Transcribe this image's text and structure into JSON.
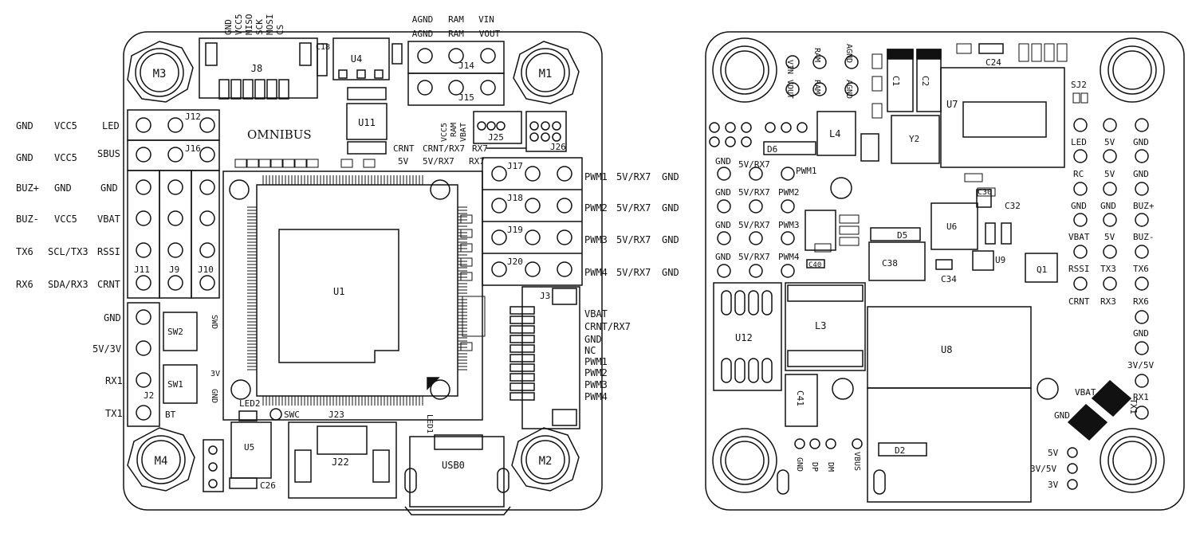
{
  "left_board": {
    "mounts": {
      "tl": "M3",
      "tr": "M1",
      "bl": "M4",
      "br": "M2"
    },
    "j8": {
      "label": "J8",
      "pins": [
        "GND",
        "VCC5",
        "MISO",
        "SCK",
        "MOSI",
        "CS"
      ]
    },
    "j14": {
      "label": "J14",
      "top_row": [
        "AGND",
        "RAM",
        "VIN"
      ],
      "bottom_row": [
        "AGND",
        "RAM",
        "VOUT"
      ]
    },
    "j15": {
      "label": "J15"
    },
    "u4": {
      "label": "U4"
    },
    "u11": {
      "label": "U11"
    },
    "c18": {
      "label": "C18"
    },
    "brand": "OMNIBUS",
    "j25": {
      "label": "J25",
      "pins": [
        "VCC5",
        "RAM",
        "VBAT"
      ]
    },
    "j26": {
      "label": "J26"
    },
    "crnt_row": [
      "CRNT",
      "CRNT/RX7",
      "RX7"
    ],
    "crnt_row2": [
      "5V",
      "5V/RX7",
      "RX7"
    ],
    "j12": {
      "label": "J12",
      "row": [
        "GND",
        "VCC5",
        "LED"
      ]
    },
    "j16": {
      "label": "J16",
      "row": [
        "GND",
        "VCC5",
        "SBUS"
      ]
    },
    "left_rows": [
      [
        "BUZ+",
        "GND",
        "GND"
      ],
      [
        "BUZ-",
        "VCC5",
        "VBAT"
      ],
      [
        "TX6",
        "SCL/TX3",
        "RSSI"
      ],
      [
        "RX6",
        "SDA/RX3",
        "CRNT"
      ]
    ],
    "j_cols": [
      "J11",
      "J9",
      "J10"
    ],
    "j2": {
      "label": "J2",
      "pins": [
        "GND",
        "5V/3V",
        "RX1",
        "TX1"
      ]
    },
    "sw": [
      "SW2",
      "SW1"
    ],
    "swd": "SWD",
    "v3": "3V",
    "gnd_small": "GND",
    "bt": "BT",
    "u1": "U1",
    "led2": "LED2",
    "swc": "SWC",
    "j23": "J23",
    "j22": "J22",
    "u5": "U5",
    "usb": "USB0",
    "c26": "C26",
    "led1": "LED1",
    "pwm_rows": [
      {
        "j": "J17",
        "text": [
          "PWM1",
          "5V/RX7",
          "GND"
        ]
      },
      {
        "j": "J18",
        "text": [
          "PWM2",
          "5V/RX7",
          "GND"
        ]
      },
      {
        "j": "J19",
        "text": [
          "PWM3",
          "5V/RX7",
          "GND"
        ]
      },
      {
        "j": "J20",
        "text": [
          "PWM4",
          "5V/RX7",
          "GND"
        ]
      }
    ],
    "j3": {
      "label": "J3",
      "pins": [
        "VBAT",
        "CRNT/RX7",
        "GND",
        "NC",
        "PWM1",
        "PWM2",
        "PWM3",
        "PWM4"
      ]
    }
  },
  "right_board": {
    "top_pads": {
      "top": [
        "VIN",
        "RAM",
        "AGND"
      ],
      "bottom": [
        "VOUT",
        "RAM",
        "AGND"
      ]
    },
    "c24": "C24",
    "c1": "C1",
    "c2": "C2",
    "u7": "U7",
    "sj2": "SJ2",
    "l4": "L4",
    "y2": "Y2",
    "d6": "D6",
    "pwm_block": [
      [
        "GND",
        "5V/RX7",
        "PWM1"
      ],
      [
        "GND",
        "5V/RX7",
        "PWM2"
      ],
      [
        "GND",
        "5V/RX7",
        "PWM3"
      ],
      [
        "GND",
        "5V/RX7",
        "PWM4"
      ]
    ],
    "u6": "U6",
    "u9": "U9",
    "c32": "C32",
    "c30": "C30",
    "d5": "D5",
    "c38": "C38",
    "c34": "C34",
    "q1": "Q1",
    "c40": "C40",
    "u12": "U12",
    "l3": "L3",
    "u8": "U8",
    "c41": "C41",
    "d2": "D2",
    "bottom_pads": [
      "GND",
      "DP",
      "DM",
      "VBUS"
    ],
    "right_cols": [
      [
        "LED",
        "RC",
        "GND",
        "VBAT",
        "RSSI",
        "CRNT"
      ],
      [
        "5V",
        "5V",
        "GND",
        "5V",
        "TX3",
        "RX3"
      ],
      [
        "GND",
        "GND",
        "BUZ+",
        "BUZ-",
        "TX6",
        "RX6",
        "GND",
        "3V/5V",
        "RX1",
        "TX1"
      ]
    ],
    "vbat": "VBAT",
    "gnd": "GND",
    "volt_pads": [
      "5V",
      "3V/5V",
      "3V"
    ]
  }
}
